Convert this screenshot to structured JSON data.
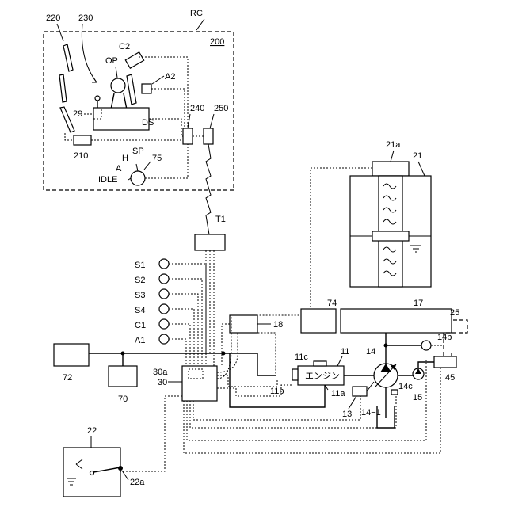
{
  "labels": {
    "rc": "RC",
    "r200": "200",
    "r220": "220",
    "r230": "230",
    "c2": "C2",
    "op": "OP",
    "a2": "A2",
    "r29": "29",
    "ds": "DS",
    "r240": "240",
    "r250": "250",
    "r210": "210",
    "h": "H",
    "sp": "SP",
    "r75": "75",
    "a": "A",
    "idle": "IDLE",
    "t1": "T1",
    "s1": "S1",
    "s2": "S2",
    "s3": "S3",
    "s4": "S4",
    "c1": "C1",
    "a1": "A1",
    "r18": "18",
    "r74": "74",
    "r17": "17",
    "r25": "25",
    "r21a": "21a",
    "r21": "21",
    "r72": "72",
    "r70": "70",
    "r30a": "30a",
    "r30": "30",
    "r11c": "11c",
    "r11": "11",
    "engine": "エンジン",
    "r11b": "11b",
    "r11a": "11a",
    "r13": "13",
    "r14": "14",
    "r14_1": "14−1",
    "r14b": "14b",
    "r14c": "14c",
    "r15": "15",
    "r45": "45",
    "r22": "22",
    "r22a": "22a"
  }
}
